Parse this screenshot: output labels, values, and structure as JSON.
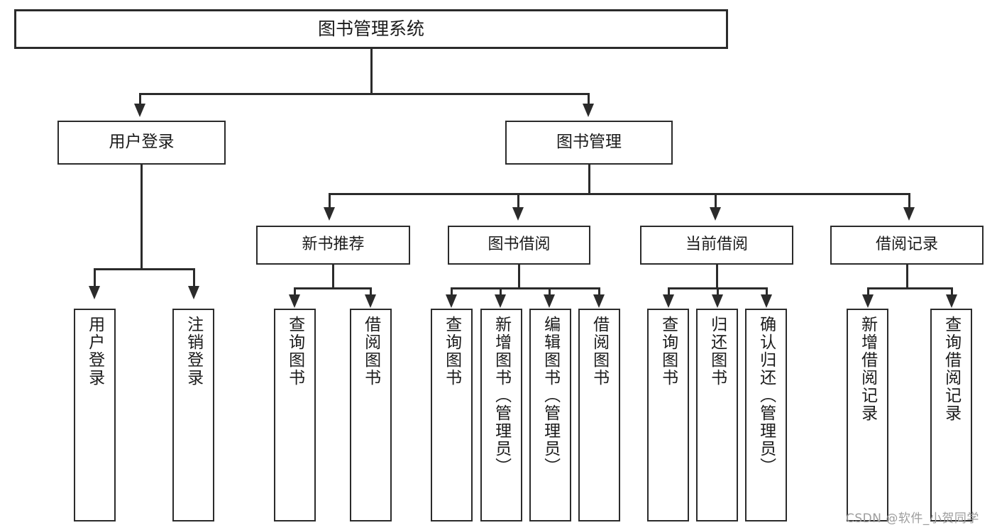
{
  "diagram": {
    "title": "图书管理系统",
    "type": "tree-hierarchy-diagram",
    "watermark": "CSDN @软件_小贺同学",
    "colors": {
      "background": "#ffffff",
      "box_border": "#2b2b2b",
      "box_fill": "#ffffff",
      "text": "#1b1b1b",
      "connector": "#2b2b2b",
      "watermark": "#9d9d9d"
    },
    "root": {
      "label": "图书管理系统",
      "name": "root-node"
    },
    "level2": [
      {
        "name": "node-user-login",
        "label": "用户登录"
      },
      {
        "name": "node-book-management",
        "label": "图书管理"
      }
    ],
    "level3": [
      {
        "name": "node-new-book-recommend",
        "label": "新书推荐"
      },
      {
        "name": "node-book-borrow",
        "label": "图书借阅"
      },
      {
        "name": "node-current-borrow",
        "label": "当前借阅"
      },
      {
        "name": "node-borrow-record",
        "label": "借阅记录"
      }
    ],
    "leaves": {
      "user_login": [
        {
          "name": "leaf-user-login",
          "label": "用户登录"
        },
        {
          "name": "leaf-logout-login",
          "label": "注销登录"
        }
      ],
      "new_book_recommend": [
        {
          "name": "leaf-query-book-1",
          "label": "查询图书"
        },
        {
          "name": "leaf-borrow-book-1",
          "label": "借阅图书"
        }
      ],
      "book_borrow": [
        {
          "name": "leaf-query-book-2",
          "label": "查询图书"
        },
        {
          "name": "leaf-add-book-admin",
          "label": "新增图书（管理员）"
        },
        {
          "name": "leaf-edit-book-admin",
          "label": "编辑图书（管理员）"
        },
        {
          "name": "leaf-borrow-book-2",
          "label": "借阅图书"
        }
      ],
      "current_borrow": [
        {
          "name": "leaf-query-book-3",
          "label": "查询图书"
        },
        {
          "name": "leaf-return-book",
          "label": "归还图书"
        },
        {
          "name": "leaf-confirm-return-admin",
          "label": "确认归还（管理员）"
        }
      ],
      "borrow_record": [
        {
          "name": "leaf-add-borrow-record",
          "label": "新增借阅记录"
        },
        {
          "name": "leaf-query-borrow-record",
          "label": "查询借阅记录"
        }
      ]
    }
  }
}
